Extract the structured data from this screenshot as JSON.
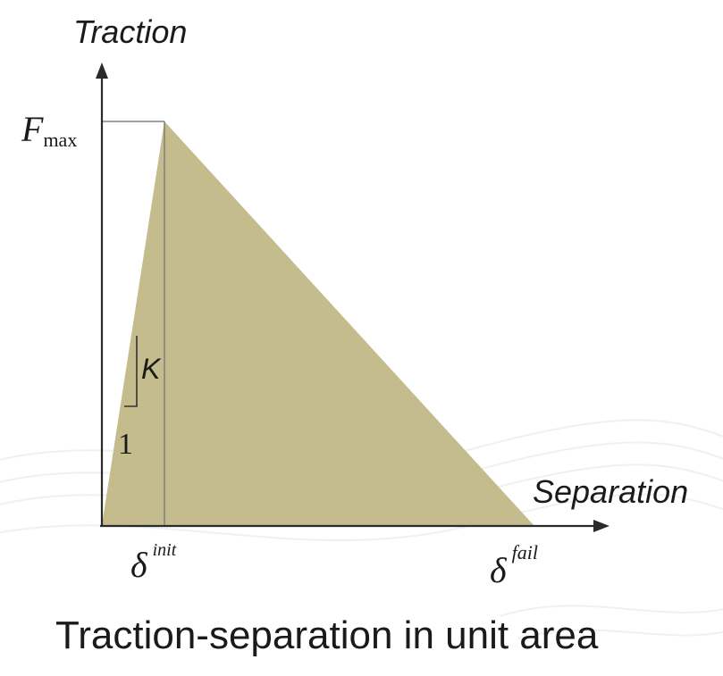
{
  "diagram": {
    "y_axis_label": "Traction",
    "x_axis_label": "Separation",
    "peak_label": {
      "symbol": "F",
      "subscript": "max"
    },
    "slope_label": {
      "rise": "K",
      "run": "1"
    },
    "x_tick_init": {
      "symbol": "δ",
      "superscript": "init"
    },
    "x_tick_fail": {
      "symbol": "δ",
      "superscript": "fail"
    },
    "caption": "Traction-separation in unit area",
    "colors": {
      "fill": "#c4bc8c",
      "axis": "#2a2a2a",
      "guide": "#808080",
      "text": "#1a1a1a",
      "background_waves": "#eef1f3"
    }
  }
}
